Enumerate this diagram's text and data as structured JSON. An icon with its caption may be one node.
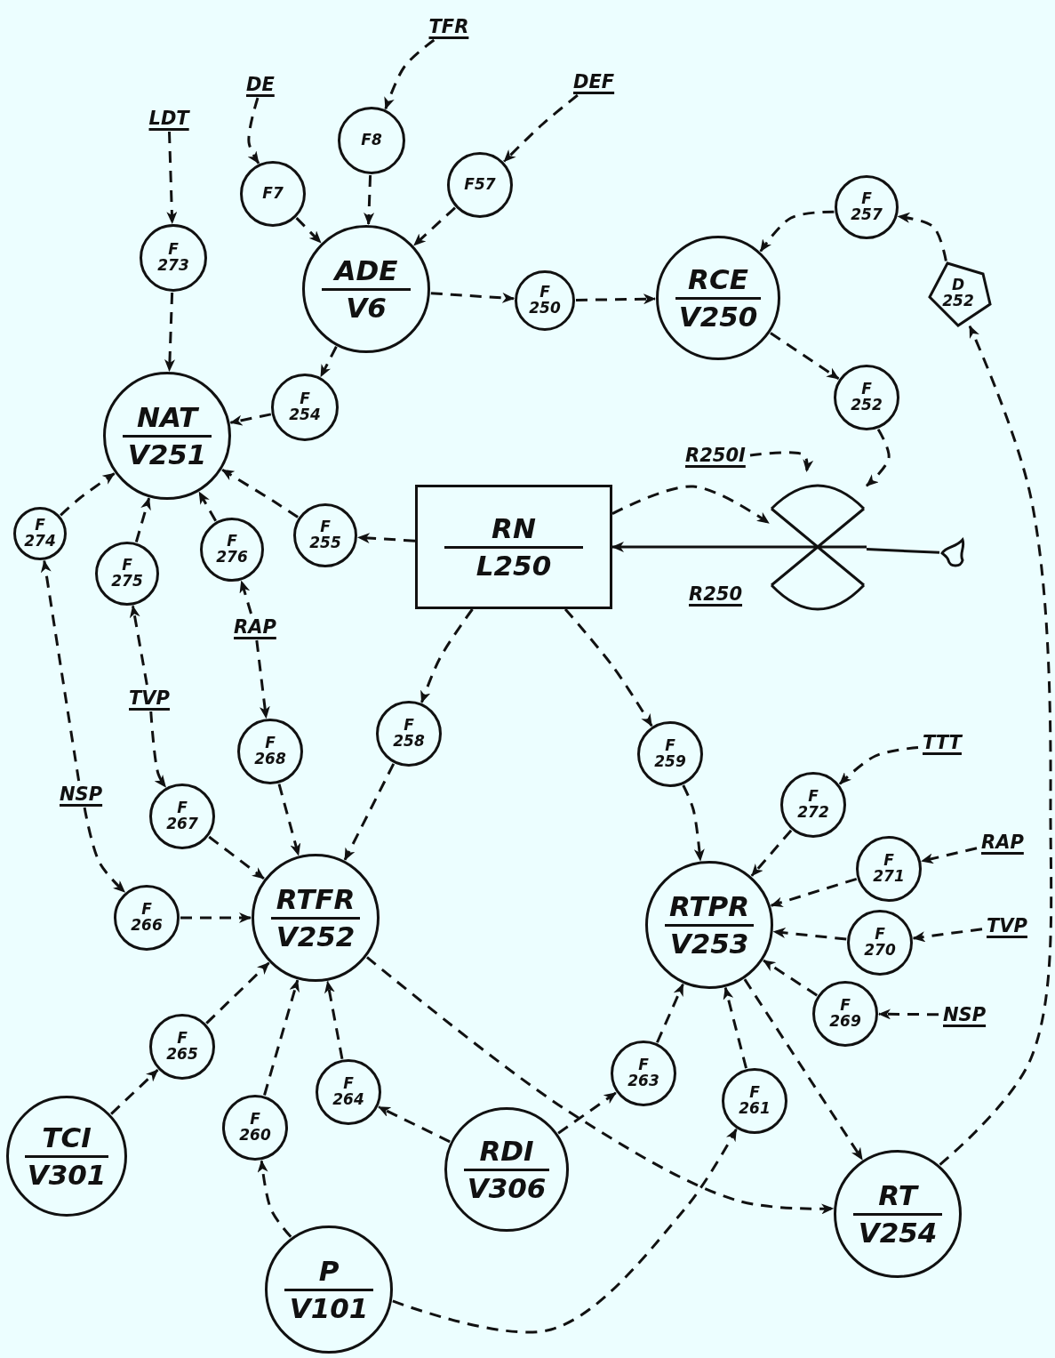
{
  "diagram": {
    "nodes": [
      {
        "text": [
          "LDT"
        ]
      },
      {
        "text": [
          "DE"
        ]
      },
      {
        "text": [
          "TFR"
        ]
      },
      {
        "text": [
          "DEF"
        ]
      },
      {
        "text": [
          "F8"
        ]
      },
      {
        "text": [
          "F7"
        ]
      },
      {
        "text": [
          "F57"
        ]
      },
      {
        "text": [
          "F 273"
        ]
      },
      {
        "text": [
          "ADE",
          "V6"
        ]
      },
      {
        "text": [
          "F 250"
        ]
      },
      {
        "text": [
          "RCE",
          "V250"
        ]
      },
      {
        "text": [
          "F 257"
        ]
      },
      {
        "text": [
          "D 252"
        ]
      },
      {
        "text": [
          "F 254"
        ]
      },
      {
        "text": [
          "NAT",
          "V251"
        ]
      },
      {
        "text": [
          "F 252"
        ]
      },
      {
        "text": [
          "R250I"
        ]
      },
      {
        "text": [
          "F 274"
        ]
      },
      {
        "text": [
          "F 275"
        ]
      },
      {
        "text": [
          "F 276"
        ]
      },
      {
        "text": [
          "F 255"
        ]
      },
      {
        "text": [
          "RN",
          "L250"
        ]
      },
      {
        "text": [],
        "shape": "valve",
        "beside": [
          "R250"
        ]
      },
      {
        "text": [],
        "shape": "sensor"
      },
      {
        "text": [
          "RAP"
        ]
      },
      {
        "text": [
          "TVP"
        ]
      },
      {
        "text": [
          "F 268"
        ]
      },
      {
        "text": [
          "F 258"
        ]
      },
      {
        "text": [
          "F 259"
        ]
      },
      {
        "text": [
          "NSP"
        ]
      },
      {
        "text": [
          "TTT"
        ]
      },
      {
        "text": [
          "F 272"
        ]
      },
      {
        "text": [
          "F 267"
        ]
      },
      {
        "text": [
          "F 271"
        ]
      },
      {
        "text": [
          "RAP"
        ]
      },
      {
        "text": [
          "RTFR",
          "V252"
        ]
      },
      {
        "text": [
          "RTPR",
          "V253"
        ]
      },
      {
        "text": [
          "F 270"
        ]
      },
      {
        "text": [
          "TVP"
        ]
      },
      {
        "text": [
          "F 266"
        ]
      },
      {
        "text": [
          "F 269"
        ]
      },
      {
        "text": [
          "NSP"
        ]
      },
      {
        "text": [
          "F 265"
        ]
      },
      {
        "text": [
          "F 264"
        ]
      },
      {
        "text": [
          "F 263"
        ]
      },
      {
        "text": [
          "F 261"
        ]
      },
      {
        "text": [
          "F 260"
        ]
      },
      {
        "text": [
          "TCI",
          "V301"
        ]
      },
      {
        "text": [
          "RDI",
          "V306"
        ]
      },
      {
        "text": [
          "RT",
          "V254"
        ]
      },
      {
        "text": [
          "P",
          "V101"
        ]
      }
    ],
    "edges": [
      {
        "from": 0,
        "to": 7,
        "arrow": "to",
        "style": "dashed"
      },
      {
        "from": 7,
        "to": 14,
        "arrow": "to",
        "style": "dashed"
      },
      {
        "from": 1,
        "to": 5,
        "arrow": "to",
        "style": "dashed"
      },
      {
        "from": 2,
        "to": 4,
        "arrow": "to",
        "style": "dashed"
      },
      {
        "from": 3,
        "to": 6,
        "arrow": "to",
        "style": "dashed"
      },
      {
        "from": 5,
        "to": 8,
        "arrow": "to",
        "style": "dashed"
      },
      {
        "from": 4,
        "to": 8,
        "arrow": "to",
        "style": "dashed"
      },
      {
        "from": 6,
        "to": 8,
        "arrow": "to",
        "style": "dashed"
      },
      {
        "from": 8,
        "to": 9,
        "arrow": "to",
        "style": "dashed"
      },
      {
        "from": 9,
        "to": 10,
        "arrow": "to",
        "style": "dashed"
      },
      {
        "from": 8,
        "to": 13,
        "arrow": "to",
        "style": "dashed"
      },
      {
        "from": 13,
        "to": 14,
        "arrow": "to",
        "style": "dashed"
      },
      {
        "from": 10,
        "to": 15,
        "arrow": "to",
        "style": "dashed"
      },
      {
        "from": 11,
        "to": 10,
        "arrow": "to",
        "style": "dashed"
      },
      {
        "from": 12,
        "to": 11,
        "arrow": "to",
        "style": "dashed"
      },
      {
        "from": 49,
        "to": 12,
        "arrow": "to",
        "style": "dashed"
      },
      {
        "from": 15,
        "to": 22,
        "arrow": "to",
        "style": "dashed"
      },
      {
        "from": 16,
        "to": 22,
        "arrow": "to",
        "style": "dashed"
      },
      {
        "from": 21,
        "to": 22,
        "arrow": "to",
        "style": "dashed"
      },
      {
        "from": 22,
        "to": 21,
        "arrow": "to"
      },
      {
        "from": 21,
        "to": 20,
        "arrow": "to",
        "style": "dashed"
      },
      {
        "from": 20,
        "to": 14,
        "arrow": "to",
        "style": "dashed"
      },
      {
        "from": 17,
        "to": 14,
        "arrow": "to",
        "style": "dashed"
      },
      {
        "from": 18,
        "to": 14,
        "arrow": "to",
        "style": "dashed"
      },
      {
        "from": 19,
        "to": 14,
        "arrow": "to",
        "style": "dashed"
      },
      {
        "from": 24,
        "to": 19,
        "arrow": "to",
        "style": "dashed"
      },
      {
        "from": 24,
        "to": 26,
        "arrow": "to",
        "style": "dashed"
      },
      {
        "from": 25,
        "to": 18,
        "arrow": "to",
        "style": "dashed"
      },
      {
        "from": 25,
        "to": 32,
        "arrow": "to",
        "style": "dashed"
      },
      {
        "from": 29,
        "to": 17,
        "arrow": "to",
        "style": "dashed"
      },
      {
        "from": 29,
        "to": 39,
        "arrow": "to",
        "style": "dashed"
      },
      {
        "from": 21,
        "to": 27,
        "arrow": "to",
        "style": "dashed"
      },
      {
        "from": 21,
        "to": 28,
        "arrow": "to",
        "style": "dashed"
      },
      {
        "from": 26,
        "to": 35,
        "arrow": "to",
        "style": "dashed"
      },
      {
        "from": 27,
        "to": 35,
        "arrow": "to",
        "style": "dashed"
      },
      {
        "from": 32,
        "to": 35,
        "arrow": "to",
        "style": "dashed"
      },
      {
        "from": 39,
        "to": 35,
        "arrow": "to",
        "style": "dashed"
      },
      {
        "from": 42,
        "to": 35,
        "arrow": "to",
        "style": "dashed"
      },
      {
        "from": 46,
        "to": 35,
        "arrow": "to",
        "style": "dashed"
      },
      {
        "from": 43,
        "to": 35,
        "arrow": "to",
        "style": "dashed"
      },
      {
        "from": 47,
        "to": 42,
        "arrow": "to",
        "style": "dashed"
      },
      {
        "from": 50,
        "to": 46,
        "arrow": "to",
        "style": "dashed"
      },
      {
        "from": 48,
        "to": 43,
        "arrow": "to",
        "style": "dashed"
      },
      {
        "from": 48,
        "to": 44,
        "arrow": "to",
        "style": "dashed"
      },
      {
        "from": 44,
        "to": 36,
        "arrow": "to",
        "style": "dashed"
      },
      {
        "from": 28,
        "to": 36,
        "arrow": "to",
        "style": "dashed"
      },
      {
        "from": 30,
        "to": 31,
        "arrow": "to",
        "style": "dashed"
      },
      {
        "from": 31,
        "to": 36,
        "arrow": "to",
        "style": "dashed"
      },
      {
        "from": 34,
        "to": 33,
        "arrow": "to",
        "style": "dashed"
      },
      {
        "from": 33,
        "to": 36,
        "arrow": "to",
        "style": "dashed"
      },
      {
        "from": 38,
        "to": 37,
        "arrow": "to",
        "style": "dashed"
      },
      {
        "from": 37,
        "to": 36,
        "arrow": "to",
        "style": "dashed"
      },
      {
        "from": 41,
        "to": 40,
        "arrow": "to",
        "style": "dashed"
      },
      {
        "from": 40,
        "to": 36,
        "arrow": "to",
        "style": "dashed"
      },
      {
        "from": 45,
        "to": 36,
        "arrow": "to",
        "style": "dashed"
      },
      {
        "from": 50,
        "to": 45,
        "arrow": "to",
        "style": "dashed"
      },
      {
        "from": 35,
        "to": 49,
        "arrow": "to",
        "style": "dashed"
      },
      {
        "from": 36,
        "to": 49,
        "arrow": "to",
        "style": "dashed"
      },
      {
        "from": 23,
        "to": 22,
        "arrow": "none"
      }
    ]
  }
}
